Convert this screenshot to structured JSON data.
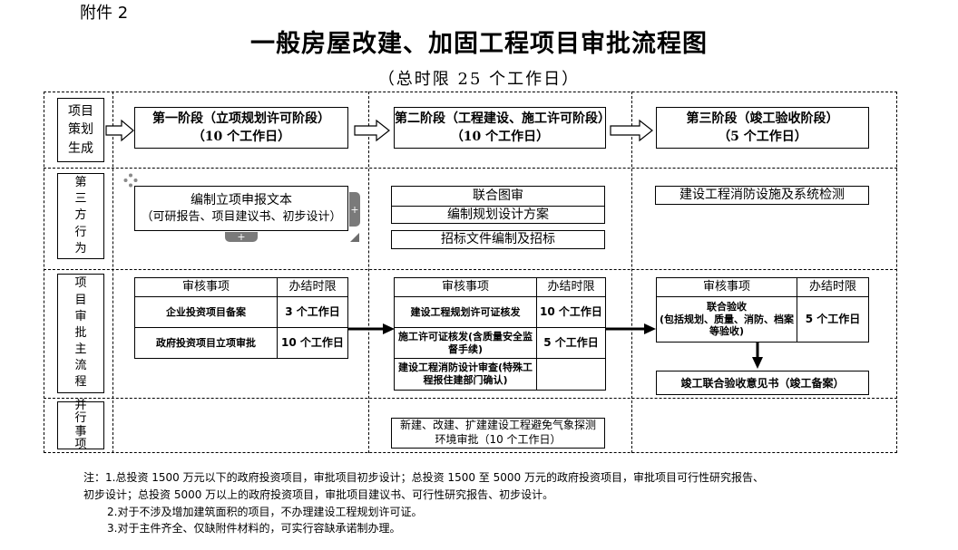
{
  "header": {
    "attachment": "附件 2",
    "title": "一般房屋改建、加固工程项目审批流程图",
    "subtitle": "（总时限 25 个工作日）"
  },
  "row_labels": {
    "planning": [
      "项目",
      "策划",
      "生成"
    ],
    "third_party": [
      "第",
      "三",
      "方",
      "行",
      "为"
    ],
    "main_flow": [
      "项",
      "目",
      "审",
      "批",
      "主",
      "流",
      "程"
    ],
    "parallel": [
      "并",
      "行",
      "事",
      "项"
    ]
  },
  "stages": [
    {
      "name": "第一阶段（立项规划许可阶段）",
      "duration": "（10 个工作日）"
    },
    {
      "name": "第二阶段（工程建设、施工许可阶段）",
      "duration": "（10 个工作日）"
    },
    {
      "name": "第三阶段（竣工验收阶段）",
      "duration": "（5 个工作日）"
    }
  ],
  "third_party": {
    "stage1_line1": "编制立项申报文本",
    "stage1_line2": "（可研报告、项目建议书、初步设计）",
    "stage2": [
      "联合图审",
      "编制规划设计方案",
      "招标文件编制及招标"
    ],
    "stage3": "建设工程消防设施及系统检测"
  },
  "review_tables": {
    "header_item": "审核事项",
    "header_duration": "办结时限",
    "stage1": [
      {
        "item": "企业投资项目备案",
        "duration": "3 个工作日"
      },
      {
        "item": "政府投资项目立项审批",
        "duration": "10 个工作日"
      }
    ],
    "stage2": [
      {
        "item": "建设工程规划许可证核发",
        "duration": "10 个工作日"
      },
      {
        "item": "施工许可证核发(含质量安全监督手续)",
        "duration": "5 个工作日"
      },
      {
        "item": "建设工程消防设计审查(特殊工程报住建部门确认)",
        "duration": ""
      }
    ],
    "stage3": [
      {
        "item": "联合验收",
        "item_sub": "(包括规划、质量、消防、档案等验收)",
        "duration": "5 个工作日"
      }
    ],
    "stage3_result": "竣工联合验收意见书（竣工备案）"
  },
  "parallel": {
    "line1": "新建、改建、扩建建设工程避免气象探测",
    "line2": "环境审批（10 个工作日）"
  },
  "notes": [
    "注：1.总投资 1500 万元以下的政府投资项目，审批项目初步设计；总投资 1500 至 5000 万元的政府投资项目，审批项目可行性研究报告、",
    "初步设计；总投资 5000 万以上的政府投资项目，审批项目建议书、可行性研究报告、初步设计。",
    "2.对于不涉及增加建筑面积的项目，不办理建设工程规划许可证。",
    "3.对于主件齐全、仅缺附件材料的，可实行容缺承诺制办理。"
  ],
  "handles": {
    "plus": "+"
  }
}
